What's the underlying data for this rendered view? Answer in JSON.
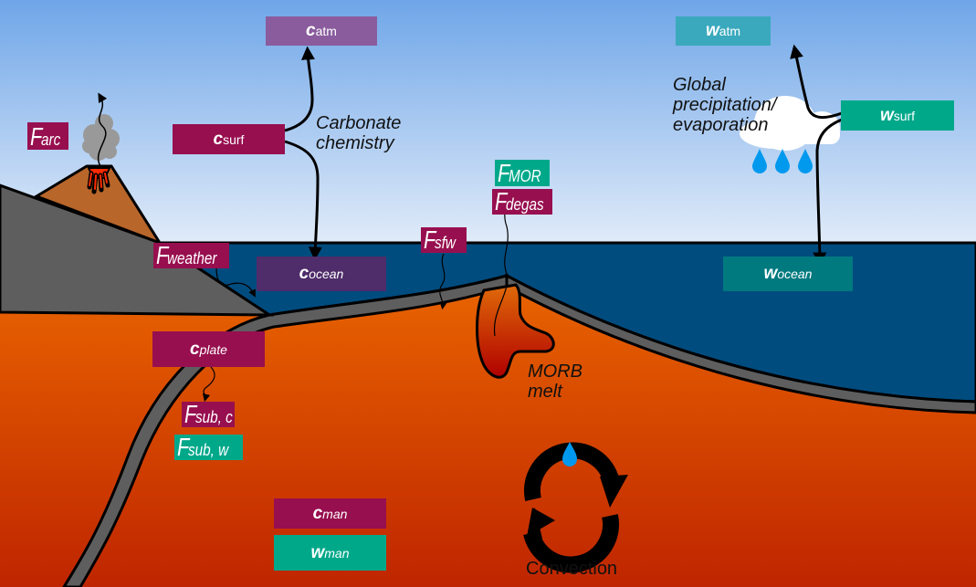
{
  "colors": {
    "sky_top": "#6fa6e8",
    "sky_bottom": "#dfeaf8",
    "ocean": "#004c7f",
    "mantle_top": "#ee6c00",
    "mantle_bottom": "#c02600",
    "crust": "#5e5e5e",
    "volcano": "#b8662a",
    "carbon_box": "#970f4f",
    "c_atm_box": "#8a5c9e",
    "c_ocean_box": "#4f2c6a",
    "water_box": "#00a88a",
    "w_atm_box": "#3aa9bd",
    "w_ocean_box": "#007a7f",
    "droplet": "#0099ee",
    "smoke": "#999999",
    "melt_top": "#e06a08",
    "melt_bottom": "#b00000"
  },
  "reservoirs": {
    "c_atm": {
      "main": "c",
      "sub": "atm"
    },
    "c_surf": {
      "main": "c",
      "sub": "surf"
    },
    "c_ocean": {
      "main": "c",
      "sub": "ocean"
    },
    "c_plate": {
      "main": "c",
      "sub": "plate"
    },
    "c_man": {
      "main": "c",
      "sub": "man"
    },
    "w_atm": {
      "main": "w",
      "sub": "atm"
    },
    "w_surf": {
      "main": "w",
      "sub": "surf"
    },
    "w_ocean": {
      "main": "w",
      "sub": "ocean"
    },
    "w_man": {
      "main": "w",
      "sub": "man"
    }
  },
  "fluxes": {
    "F_arc": {
      "main": "F",
      "sub": "arc"
    },
    "F_weather": {
      "main": "F",
      "sub": "weather"
    },
    "F_sfw": {
      "main": "F",
      "sub": "sfw"
    },
    "F_MOR": {
      "main": "F",
      "sub": "MOR"
    },
    "F_degas": {
      "main": "F",
      "sub": "degas"
    },
    "F_sub_c": {
      "main": "F",
      "sub": "sub, c"
    },
    "F_sub_w": {
      "main": "F",
      "sub": "sub, w"
    }
  },
  "labels": {
    "carbonate_line1": "Carbonate",
    "carbonate_line2": "chemistry",
    "precip_line1": "Global",
    "precip_line2": "precipitation/",
    "precip_line3": "evaporation",
    "morb_line1": "MORB",
    "morb_line2": "melt",
    "convection": "Convection"
  },
  "icons": {
    "convection": "cycle-arrows-icon",
    "droplet": "water-drop-icon",
    "cloud": "rain-cloud-icon",
    "volcano": "volcano-icon"
  }
}
